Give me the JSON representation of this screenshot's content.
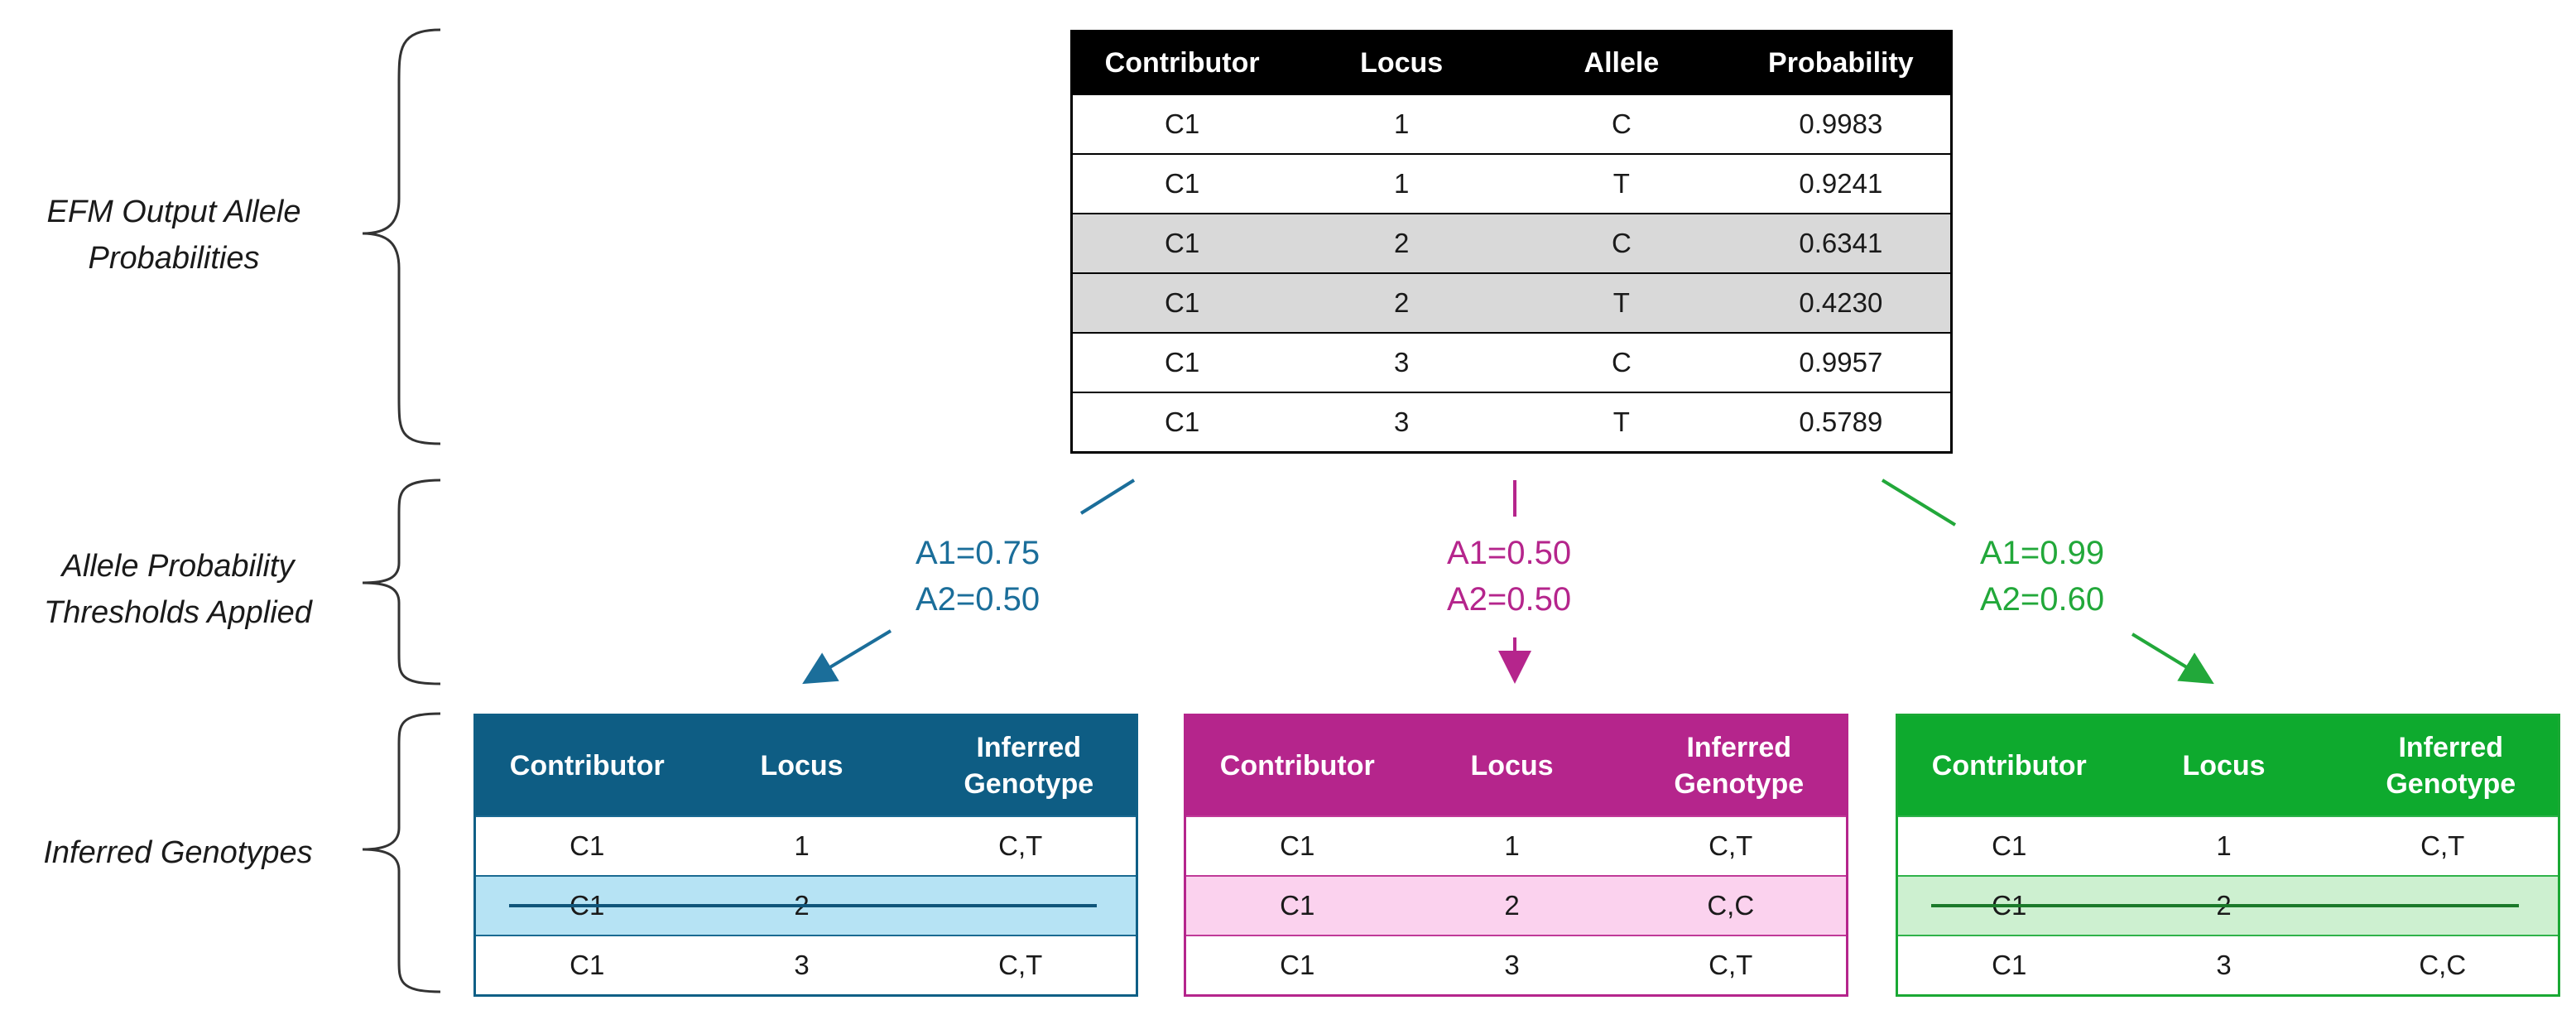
{
  "sections": [
    {
      "lines": [
        "EFM Output Allele",
        "Probabilities"
      ]
    },
    {
      "lines": [
        "Allele Probability",
        "Thresholds Applied"
      ]
    },
    {
      "lines": [
        "Inferred Genotypes"
      ]
    }
  ],
  "probability_table": {
    "headers": [
      "Contributor",
      "Locus",
      "Allele",
      "Probability"
    ],
    "rows": [
      [
        "C1",
        "1",
        "C",
        "0.9983"
      ],
      [
        "C1",
        "1",
        "T",
        "0.9241"
      ],
      [
        "C1",
        "2",
        "C",
        "0.6341"
      ],
      [
        "C1",
        "2",
        "T",
        "0.4230"
      ],
      [
        "C1",
        "3",
        "C",
        "0.9957"
      ],
      [
        "C1",
        "3",
        "T",
        "0.5789"
      ]
    ],
    "shaded_rows": [
      2,
      3
    ]
  },
  "thresholds": [
    {
      "a1": "A1=0.75",
      "a2": "A2=0.50",
      "color": "#1b6e9a"
    },
    {
      "a1": "A1=0.50",
      "a2": "A2=0.50",
      "color": "#b5258c"
    },
    {
      "a1": "A1=0.99",
      "a2": "A2=0.60",
      "color": "#22a83a"
    }
  ],
  "genotype_tables": [
    {
      "color": "#0e5d84",
      "headers": [
        "Contributor",
        "Locus",
        "Inferred Genotype"
      ],
      "rows": [
        [
          "C1",
          "1",
          "C,T"
        ],
        [
          "C1",
          "2",
          ""
        ],
        [
          "C1",
          "3",
          "C,T"
        ]
      ],
      "struck_row": 1
    },
    {
      "color": "#b5258c",
      "headers": [
        "Contributor",
        "Locus",
        "Inferred Genotype"
      ],
      "rows": [
        [
          "C1",
          "1",
          "C,T"
        ],
        [
          "C1",
          "2",
          "C,C"
        ],
        [
          "C1",
          "3",
          "C,T"
        ]
      ],
      "struck_row": null
    },
    {
      "color": "#0eaa2e",
      "headers": [
        "Contributor",
        "Locus",
        "Inferred Genotype"
      ],
      "rows": [
        [
          "C1",
          "1",
          "C,T"
        ],
        [
          "C1",
          "2",
          ""
        ],
        [
          "C1",
          "3",
          "C,C"
        ]
      ],
      "struck_row": 1
    }
  ]
}
